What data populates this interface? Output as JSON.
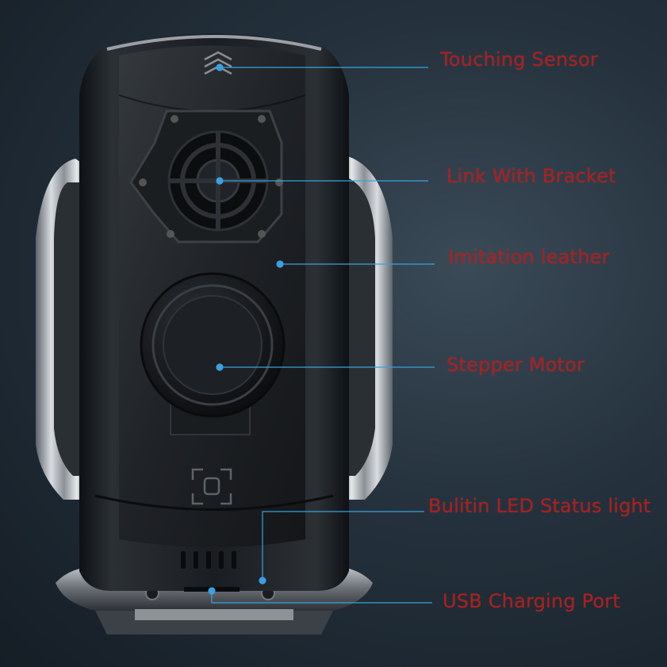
{
  "labels": {
    "touching_sensor": "Touching Sensor",
    "link_with_bracket": "Link With Bracket",
    "imitation_leather": "Imitation leather",
    "stepper_motor": "Stepper Motor",
    "led_status_light": "Bulitin LED Status light",
    "usb_charging_port": "USB Charging Port"
  },
  "colors": {
    "label_text": "#b31b1b",
    "leader_line": "#3aa0e0",
    "background": "#24313c"
  }
}
